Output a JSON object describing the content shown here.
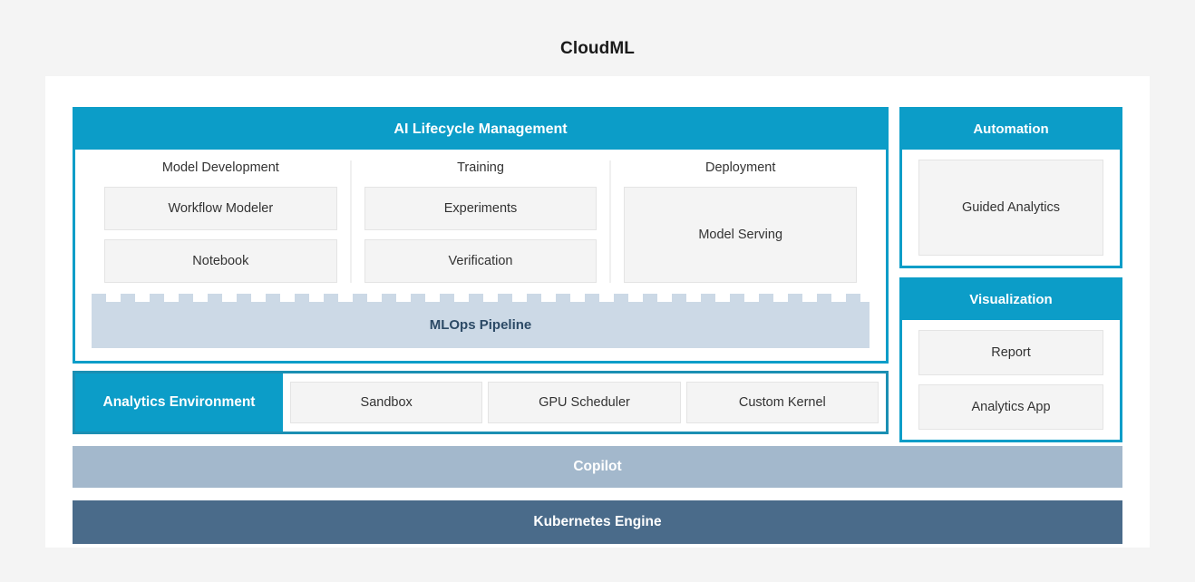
{
  "title": "CloudML",
  "lifecycle": {
    "header": "AI Lifecycle Management",
    "columns": [
      {
        "title": "Model Development",
        "tiles": [
          "Workflow Modeler",
          "Notebook"
        ]
      },
      {
        "title": "Training",
        "tiles": [
          "Experiments",
          "Verification"
        ]
      },
      {
        "title": "Deployment",
        "tiles": [
          "Model Serving"
        ]
      }
    ],
    "pipeline": "MLOps Pipeline"
  },
  "analytics": {
    "label": "Analytics Environment",
    "tiles": [
      "Sandbox",
      "GPU Scheduler",
      "Custom Kernel"
    ]
  },
  "rail": [
    {
      "header": "Automation",
      "tiles": [
        "Guided Analytics"
      ]
    },
    {
      "header": "Visualization",
      "tiles": [
        "Report",
        "Analytics App"
      ]
    }
  ],
  "bottom": {
    "copilot": "Copilot",
    "kubernetes": "Kubernetes Engine"
  },
  "colors": {
    "accent": "#0c9dc8",
    "accent_border": "#1b8fb3",
    "pipeline": "#ccd9e6",
    "pipeline_text": "#2c4a66",
    "copilot": "#a3b8cc",
    "kubernetes": "#4a6b8a",
    "tile": "#f4f4f4",
    "page_bg": "#f4f4f4"
  }
}
